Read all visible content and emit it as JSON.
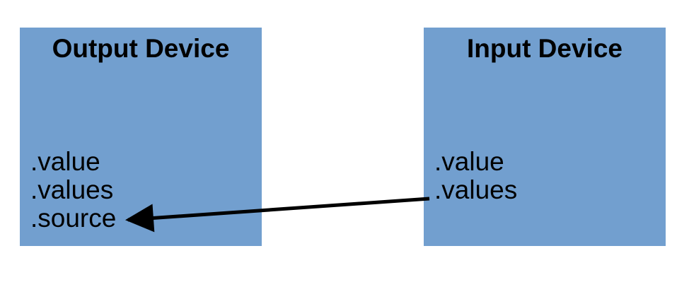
{
  "diagram": {
    "background_color": "#ffffff",
    "box_fill_color": "#729fcf",
    "text_color": "#000000",
    "arrow_color": "#000000",
    "left_box": {
      "title": "Output Device",
      "items": [
        ".value",
        ".values",
        ".source"
      ]
    },
    "right_box": {
      "title": "Input Device",
      "items": [
        ".value",
        ".values"
      ]
    },
    "arrow": {
      "from": "Input Device .values",
      "to": "Output Device .source",
      "direction": "right-to-left"
    }
  }
}
